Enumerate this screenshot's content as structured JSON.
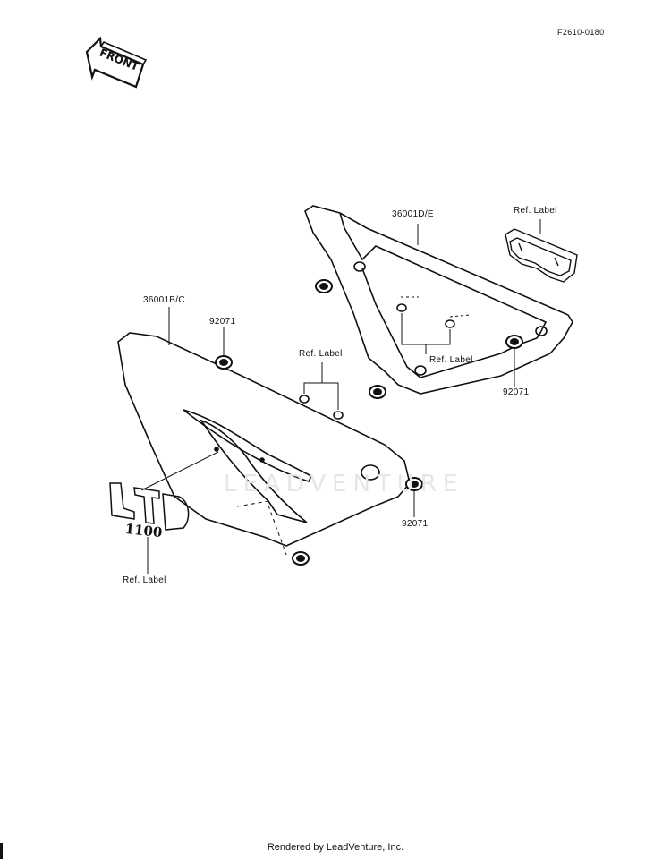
{
  "figure_code": "F2610-0180",
  "front_badge": "FRONT",
  "watermark": "LEADVENTURE",
  "footer": "Rendered by LeadVenture, Inc.",
  "parts": {
    "right_cover": "36001D/E",
    "left_cover": "36001B/C",
    "grommet_a": "92071",
    "grommet_b": "92071",
    "grommet_c": "92071"
  },
  "refs": {
    "top_right": "Ref. Label",
    "middle": "Ref. Label",
    "right_inner": "Ref. Label",
    "bottom_left": "Ref. Label"
  },
  "emblem": {
    "line1": "LTD",
    "line2": "1100"
  }
}
